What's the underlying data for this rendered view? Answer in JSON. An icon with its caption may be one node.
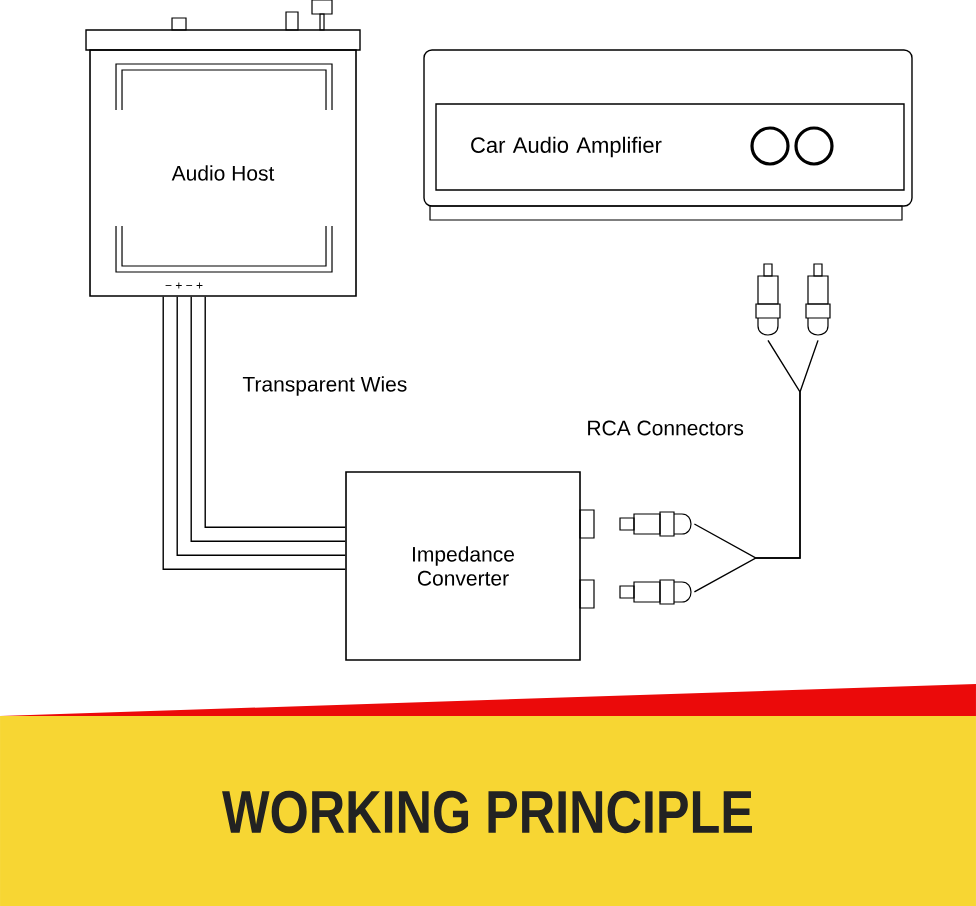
{
  "diagram": {
    "title": "WORKING PRINCIPLE",
    "nodes": [
      {
        "text": [
          "Audio Host"
        ]
      },
      {
        "text": [
          "Car Audio Amplifier"
        ]
      },
      {
        "text": [
          "Impedance Converter"
        ]
      },
      {
        "text": [],
        "shape": "plug"
      },
      {
        "text": [],
        "shape": "plug"
      },
      {
        "text": [],
        "shape": "plug"
      }
    ],
    "edges": [
      {
        "from": 0,
        "to": 2,
        "arrow": "none",
        "label": "Transparent Wies"
      },
      {
        "from": 0,
        "to": 2,
        "arrow": "none"
      },
      {
        "from": 0,
        "to": 2,
        "arrow": "none"
      },
      {
        "from": 0,
        "to": 2,
        "arrow": "none"
      },
      {
        "from": 4,
        "to": 3,
        "arrow": "none"
      },
      {
        "from": 5,
        "to": 3,
        "arrow": "none"
      }
    ],
    "labels": [
      "− + − +",
      "RCA Connectors"
    ]
  }
}
